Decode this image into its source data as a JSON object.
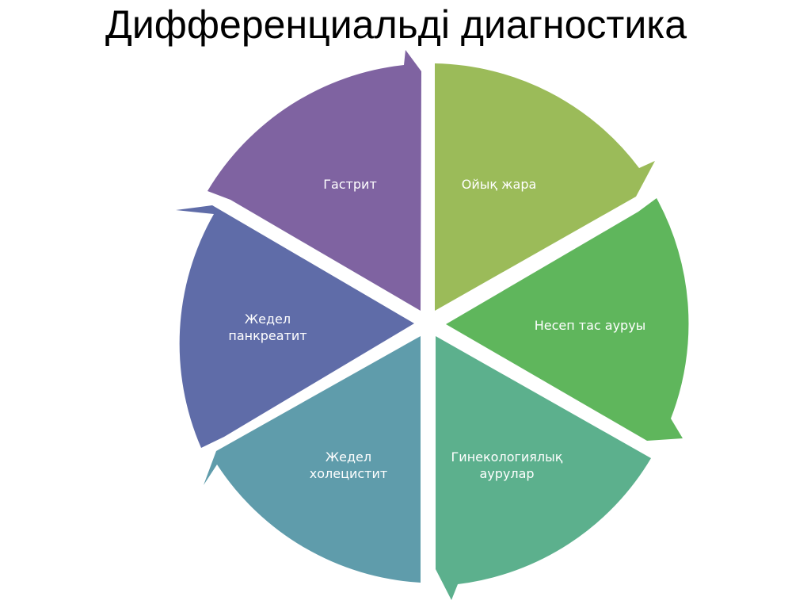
{
  "title": "Дифференциальді диагностика",
  "diagram": {
    "type": "cycle",
    "segments": [
      {
        "label": "Ойық жара",
        "color": "#9BBB59"
      },
      {
        "label": "Несеп тас ауруы",
        "color": "#5FB65C"
      },
      {
        "label_line1": "Гинекологиялық",
        "label_line2": "аурулар",
        "color": "#5CB08D"
      },
      {
        "label_line1": "Жедел",
        "label_line2": "холецистит",
        "color": "#5F9CAB"
      },
      {
        "label_line1": "Жедел",
        "label_line2": "панкреатит",
        "color": "#5F6CA8"
      },
      {
        "label": "Гастрит",
        "color": "#7F63A1"
      }
    ]
  }
}
